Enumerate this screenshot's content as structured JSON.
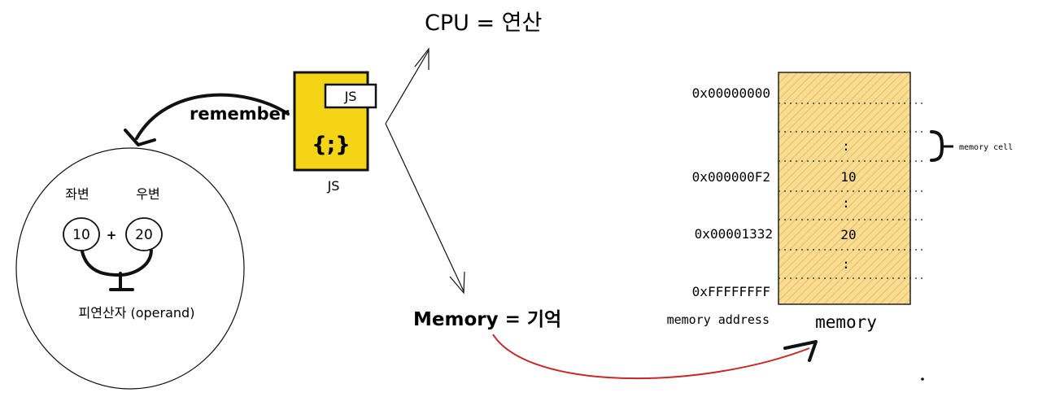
{
  "cpu": {
    "label": "CPU = 연산"
  },
  "memory_concept": {
    "label": "Memory = 기억"
  },
  "js_icon": {
    "badge": "JS",
    "braces": "{;}",
    "caption": "JS"
  },
  "remember": {
    "label": "remember"
  },
  "operands": {
    "left_label": "좌변",
    "right_label": "우변",
    "left_value": "10",
    "operator": "+",
    "right_value": "20",
    "caption": "피연산자 (operand)"
  },
  "memory_table": {
    "addresses": [
      "0x00000000",
      "0x000000F2",
      "0x00001332",
      "0xFFFFFFFF"
    ],
    "values": [
      "10",
      "20"
    ],
    "dots": ":",
    "address_caption": "memory address",
    "block_caption": "memory",
    "cell_label": "memory cell"
  },
  "colors": {
    "memory_fill": "#f5d98a",
    "memory_hatch": "#e0b24a",
    "js_yellow": "#f4d516",
    "red_arrow": "#c62828"
  }
}
